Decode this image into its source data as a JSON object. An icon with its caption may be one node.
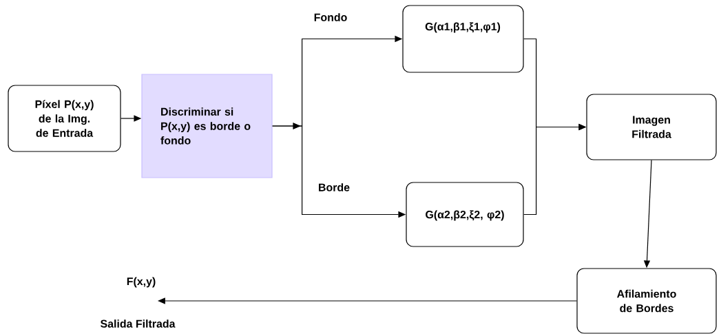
{
  "diagram": {
    "nodes": [
      {
        "text": [
          "Píxel P(x,y) de la Img. de Entrada"
        ]
      },
      {
        "text": [
          "Discriminar si P(x,y) es borde o fondo"
        ]
      },
      {
        "text": [
          "G(α1,β1,ξ1,φ1)"
        ]
      },
      {
        "text": [
          "G(α2,β2,ξ2, φ2)"
        ]
      },
      {
        "text": [
          "Imagen Filtrada"
        ]
      },
      {
        "text": [
          "Afilamiento de Bordes"
        ]
      },
      {
        "text": [
          "F(x,y)"
        ],
        "beside": [
          "Salida Filtrada"
        ]
      }
    ],
    "edges": [
      {
        "from": 0,
        "to": 1,
        "arrow": "to"
      },
      {
        "from": 1,
        "to": 2,
        "arrow": "to",
        "label": "Fondo"
      },
      {
        "from": 1,
        "to": 3,
        "arrow": "to",
        "label": "Borde"
      },
      {
        "from": 2,
        "to": 4,
        "arrow": "to"
      },
      {
        "from": 3,
        "to": 4,
        "arrow": "to"
      },
      {
        "from": 4,
        "to": 5,
        "arrow": "to"
      },
      {
        "from": 5,
        "to": 6,
        "arrow": "to"
      }
    ]
  }
}
